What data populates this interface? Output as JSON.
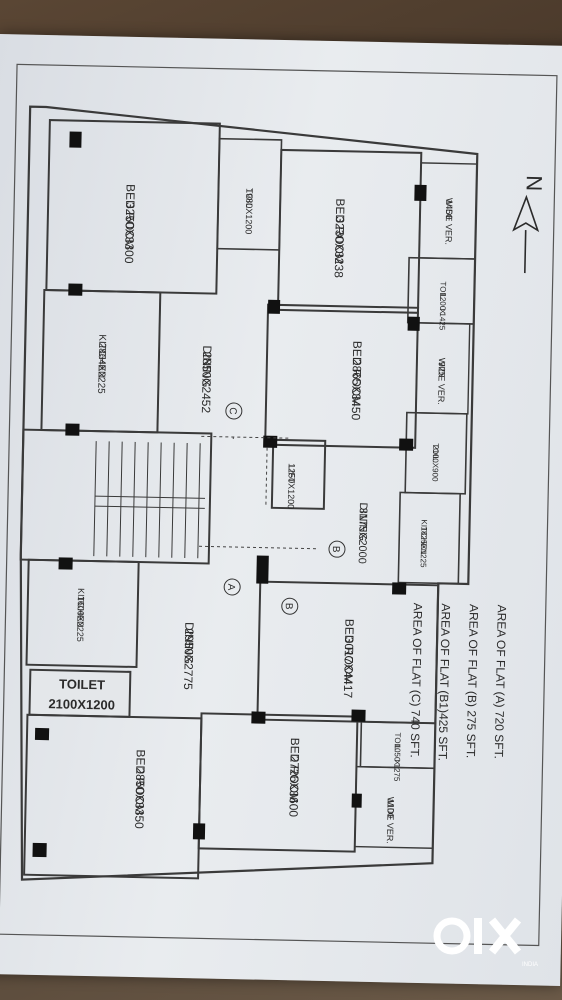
{
  "rooms": {
    "bed1": {
      "name": "BED ROOM",
      "dim": "3250X3300"
    },
    "toil1": {
      "name": "TOIL.",
      "dim": "1980X1200"
    },
    "bed2": {
      "name": "BED ROOM",
      "dim": "3230X3238"
    },
    "ver1": {
      "name": "1450",
      "l2": "WIDE VER."
    },
    "toil2": {
      "name": "TOIL.",
      "l2": "1200",
      "l3": "X",
      "l4": "1425"
    },
    "kitchen1": {
      "name": "KITCHEN",
      "dim": "2864X2225"
    },
    "dining_c": {
      "name": "DINING",
      "dim": "2850X2452"
    },
    "bed3": {
      "name": "BED ROOM",
      "dim": "2865X3450"
    },
    "ver2": {
      "name": "925",
      "l2": "WIDE VER."
    },
    "toil3": {
      "name": "TOIL.",
      "dim": "2100X900"
    },
    "lift": {
      "name": "LIFT",
      "dim": "1250X1200"
    },
    "dining_b": {
      "name": "DINING",
      "dim": "3175X2000"
    },
    "kitchen_b": {
      "name": "KITCHEN",
      "dim": "1825X1225"
    },
    "kitchen2": {
      "name": "KITCHEN",
      "dim": "1600X2225"
    },
    "dining_a": {
      "name": "DINING",
      "dim": "2950X2775"
    },
    "bed4": {
      "name": "BED ROOM",
      "dim": "3017X4417"
    },
    "toilet": {
      "name": "TOILET",
      "dim": "2100X1200"
    },
    "toil4": {
      "name": "TOIL.",
      "l2": "1050",
      "l3": "X",
      "l4": "1275"
    },
    "bed5": {
      "name": "BED ROOM",
      "dim": "2726X3600"
    },
    "ver3": {
      "name": "1100",
      "l2": "WIDE VER."
    },
    "bed6": {
      "name": "BED ROOM",
      "dim": "2850X3350"
    }
  },
  "markers": {
    "a": "A",
    "b": "B",
    "c": "C",
    "b2": "B"
  },
  "north": "N",
  "areas": [
    "AREA OF FLAT (A) 720 SFT.",
    "AREA OF FLAT (B) 275 SFT.",
    "AREA OF FLAT (B1)425 SFT.",
    "AREA OF FLAT (C) 740 SFT."
  ],
  "watermark": {
    "brand": "OLX",
    "sub": "INDIA"
  },
  "colors": {
    "wall": "#3a3a3a",
    "paper": "#e6e9ec",
    "ink": "#2b2b2b"
  }
}
